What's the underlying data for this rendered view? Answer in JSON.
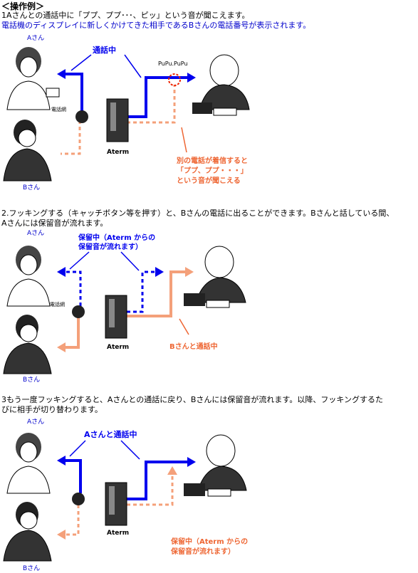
{
  "heading": "＜操作例＞",
  "intro": {
    "line1": "1Aさんとの通話中に「ププ、ププ･･･、ピッ」という音が聞こえます。",
    "line2": "電話機のディスプレイに新しくかけてきた相手であるBさんの電話番号が表示されます。"
  },
  "step2": {
    "line1": "2.フッキングする（キャッチボタン等を押す）と、Bさんの電話に出ることができます。Bさんと話している間、",
    "line2": "Aさんには保留音が流れます。"
  },
  "step3": {
    "line1": "3もう一度フッキングすると、Aさんとの通話に戻り、Bさんには保留音が流れます。以降、フッキングするた",
    "line2": "びに相手が切り替わります。"
  },
  "labels": {
    "a_san": "Aさん",
    "b_san": "Bさん",
    "aterm": "Aterm",
    "phone_line": "電話網"
  },
  "panel1": {
    "callout": "通話中",
    "pupu": "PuPu.PuPu",
    "note_l1": "別の電話が着信すると",
    "note_l2": "「ププ、ププ・・・」",
    "note_l3": "という音が聞こえる"
  },
  "panel2": {
    "hold_l1": "保留中（Aterm からの",
    "hold_l2": "保留音が流れます）",
    "b_call": "Bさんと通話中"
  },
  "panel3": {
    "a_call": "Aさんと通話中",
    "hold_l1": "保留中（Aterm からの",
    "hold_l2": "保留音が流れます）"
  },
  "colors": {
    "blue": "#0000ee",
    "orange": "#f4a07a",
    "note": "#ee6633"
  }
}
